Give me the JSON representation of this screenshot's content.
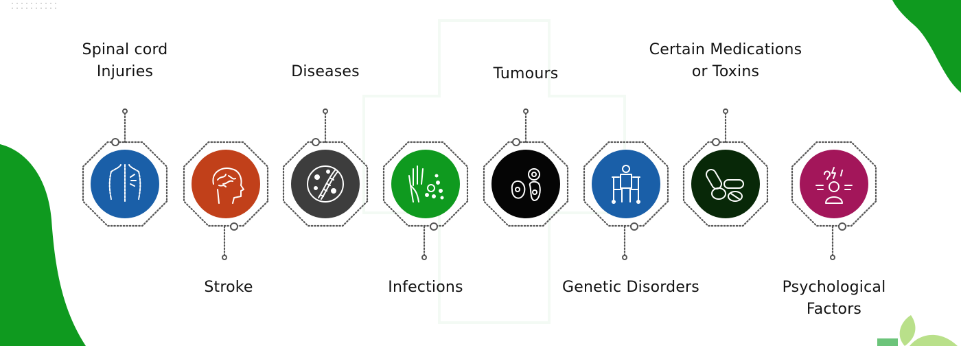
{
  "items": [
    {
      "lines": [
        "Spinal cord",
        "Injuries"
      ],
      "position": "top",
      "color": "#1a5fa8",
      "icon": "spine-back-icon"
    },
    {
      "lines": [
        "Stroke"
      ],
      "position": "bottom",
      "color": "#c1401a",
      "icon": "brain-head-icon"
    },
    {
      "lines": [
        "Diseases"
      ],
      "position": "top",
      "color": "#3d3d3d",
      "icon": "dna-germs-icon"
    },
    {
      "lines": [
        "Infections"
      ],
      "position": "bottom",
      "color": "#0f9a1f",
      "icon": "hand-virus-icon"
    },
    {
      "lines": [
        "Tumours"
      ],
      "position": "top",
      "color": "#050505",
      "icon": "tumour-cells-icon"
    },
    {
      "lines": [
        "Genetic Disorders"
      ],
      "position": "bottom",
      "color": "#1a5fa8",
      "icon": "walker-person-icon"
    },
    {
      "lines": [
        "Certain Medications",
        "or Toxins"
      ],
      "position": "top",
      "color": "#082808",
      "icon": "pills-icon"
    },
    {
      "lines": [
        "Psychological",
        "Factors"
      ],
      "position": "bottom",
      "color": "#a3165a",
      "icon": "stressed-person-icon"
    }
  ],
  "colors": {
    "accent_green": "#0f9a1f",
    "leaf_light": "#b9e08a",
    "leaf_mid": "#6cc47a",
    "dots": "#555555"
  }
}
